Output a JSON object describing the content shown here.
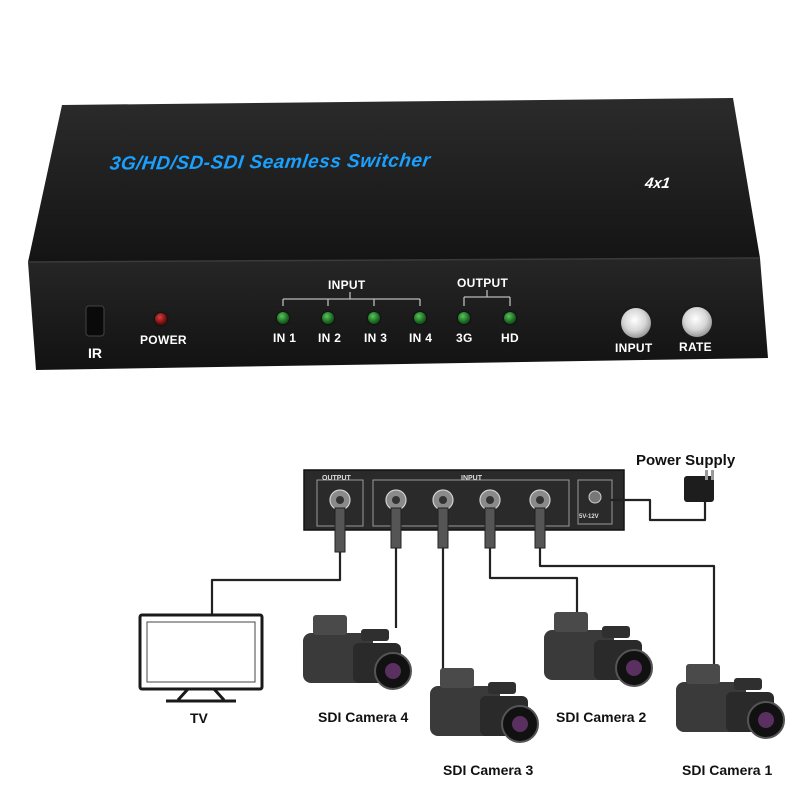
{
  "device": {
    "title": "3G/HD/SD-SDI Seamless Switcher",
    "model": "4x1",
    "ir_label": "IR",
    "power_label": "POWER",
    "input_group_label": "INPUT",
    "output_group_label": "OUTPUT",
    "input_leds": [
      "IN 1",
      "IN 2",
      "IN 3",
      "IN 4"
    ],
    "output_leds": [
      "3G",
      "HD"
    ],
    "buttons": [
      "INPUT",
      "RATE"
    ]
  },
  "diagram": {
    "panel_output_label": "OUTPUT",
    "panel_input_label": "INPUT",
    "panel_power_label": "5V-12V",
    "power_supply_label": "Power Supply",
    "tv_label": "TV",
    "cameras": [
      "SDI Camera 4",
      "SDI Camera 3",
      "SDI Camera 2",
      "SDI Camera 1"
    ]
  },
  "colors": {
    "device_body": "#1c1c1c",
    "title_blue": "#1aa0ff",
    "led_green": "#1b6b22",
    "led_red": "#7a1010"
  }
}
